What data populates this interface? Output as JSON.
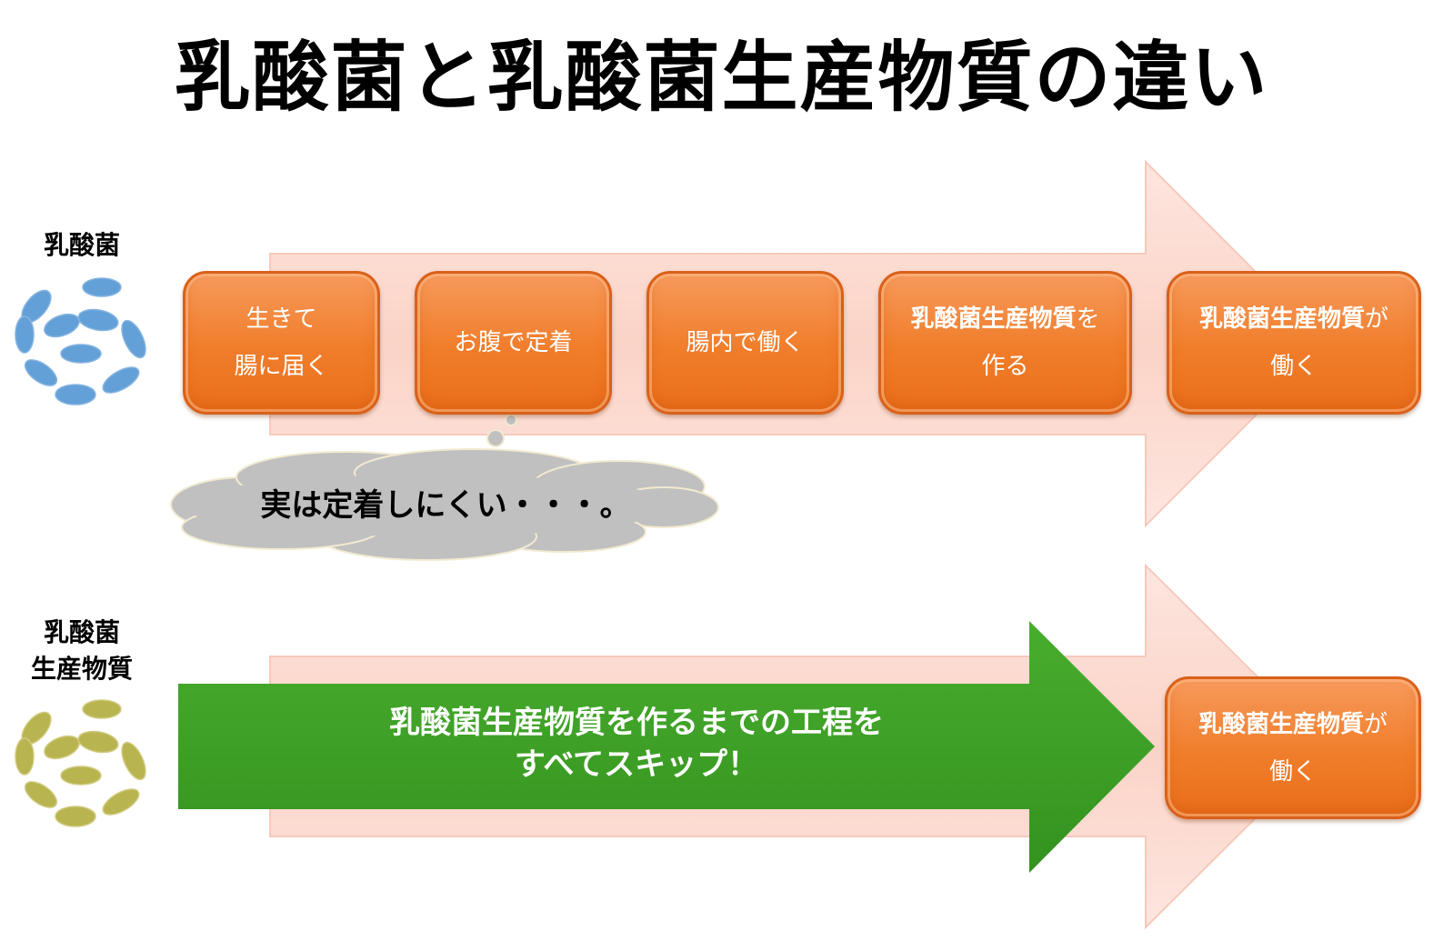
{
  "title": "乳酸菌と乳酸菌生産物質の違い",
  "rows": {
    "lab": {
      "label": "乳酸菌",
      "bacteria_color": "#5b9bd5"
    },
    "product": {
      "label_line1": "乳酸菌",
      "label_line2": "生産物質",
      "bacteria_color": "#b5b046"
    }
  },
  "steps": [
    {
      "line1": "生きて",
      "line2": "腸に届く"
    },
    {
      "line1": "お腹で定着"
    },
    {
      "line1": "腸内で働く"
    },
    {
      "line1_bold": "乳酸菌生産物質",
      "line1_tail": "を",
      "line2": "作る"
    },
    {
      "line1_bold": "乳酸菌生産物質",
      "line1_tail": "が",
      "line2": "働く"
    }
  ],
  "product_step": {
    "line1_bold": "乳酸菌生産物質",
    "line1_tail": "が",
    "line2": "働く"
  },
  "cloud": {
    "text": "実は定着しにくい・・・。"
  },
  "skip_arrow": {
    "line1": "乳酸菌生産物質を作るまでの工程を",
    "line2": "すべてスキップ！"
  },
  "colors": {
    "step_orange": "#f07d2a",
    "big_arrow_pink": "#fbd6cc",
    "skip_green": "#3fa02a",
    "cloud_gray": "#c0c0c0"
  }
}
